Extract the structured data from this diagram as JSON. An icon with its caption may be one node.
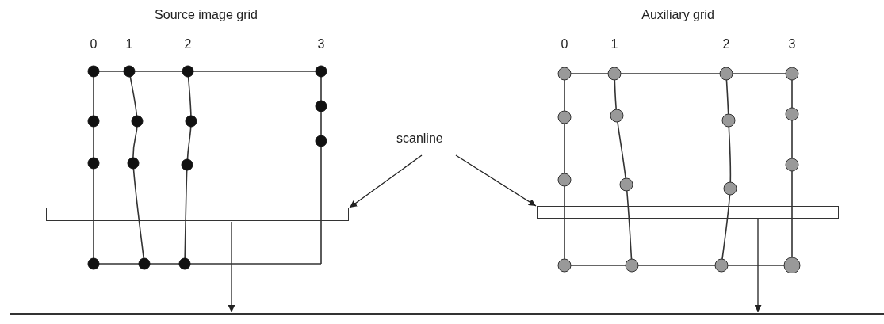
{
  "diagram": {
    "nodes": [
      {
        "text": [
          "Source image grid"
        ]
      },
      {
        "text": [
          "Auxiliary grid"
        ]
      },
      {
        "text": [
          "scanline"
        ]
      },
      {
        "text": [],
        "shape": "bar"
      },
      {
        "text": [],
        "shape": "bar"
      },
      {
        "text": [],
        "shape": "bar"
      }
    ],
    "edges": [
      {
        "from": 2,
        "to": 3,
        "arrow": "to"
      },
      {
        "from": 2,
        "to": 4,
        "arrow": "to"
      },
      {
        "from": 3,
        "to": 5,
        "arrow": "to"
      },
      {
        "from": 4,
        "to": 5,
        "arrow": "to"
      }
    ],
    "labels": [
      "0",
      "1",
      "2",
      "3",
      "0",
      "1",
      "2",
      "3"
    ]
  }
}
